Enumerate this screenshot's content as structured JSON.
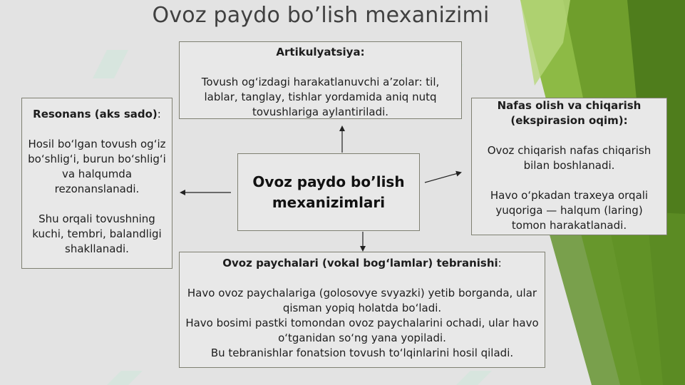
{
  "title": "Ovoz paydo bo’lish mexanizimi",
  "center": {
    "text": "Ovoz paydo bo’lish mexanizimlari"
  },
  "articulation": {
    "heading": "Artikulyatsiya:",
    "body": "Tovush og‘izdagi harakatlanuvchi a’zolar: til, lablar, tanglay, tishlar yordamida aniq nutq tovushlariga aylantiriladi."
  },
  "resonance": {
    "heading": "Resonans (aks sado)",
    "heading_suffix": ":",
    "body1": "Hosil bo‘lgan tovush og‘iz bo‘shlig‘i, burun bo‘shlig‘i va halqumda rezonanslanadi.",
    "body2": "Shu orqali tovushning kuchi, tembri, balandligi shakllanadi."
  },
  "breathing": {
    "heading": "Nafas olish va chiqarish (ekspirasion oqim):",
    "body1": "Ovoz chiqarish nafas chiqarish bilan boshlanadi.",
    "body2": "Havo o‘pkadan traxeya orqali yuqoriga — halqum (laring) tomon harakatlanadi."
  },
  "vibration": {
    "heading": "Ovoz paychalari (vokal bog‘lamlar) tebranishi",
    "heading_suffix": ":",
    "line1": "Havo ovoz paychalariga (golosovye svyazki) yetib borganda, ular qisman yopiq holatda bo‘ladi.",
    "line2": "Havo bosimi pastki tomondan ovoz paychalarini ochadi, ular havo o‘tganidan so‘ng yana yopiladi.",
    "line3": "Bu tebranishlar fonatsion tovush to‘lqinlarini hosil qiladi."
  }
}
